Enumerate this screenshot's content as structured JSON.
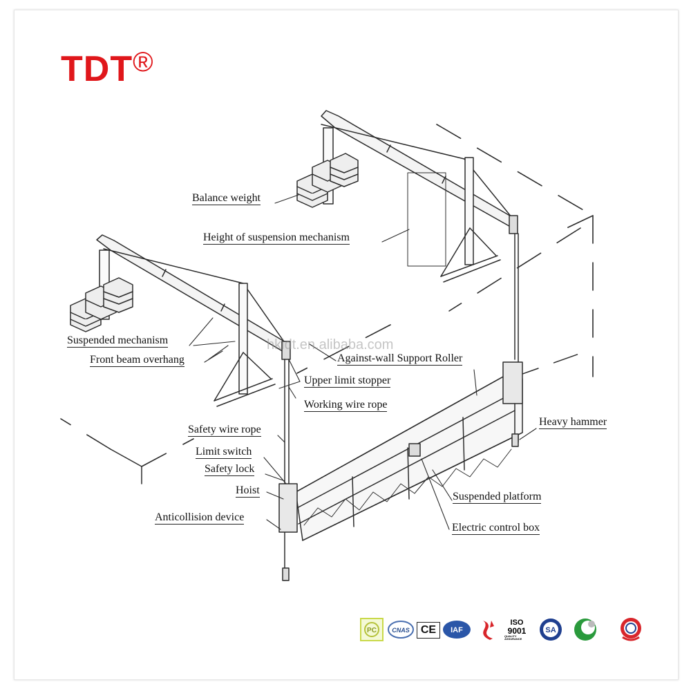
{
  "brand": {
    "name": "TDT",
    "mark": "®"
  },
  "watermark": "hkidt.en.alibaba.com",
  "labels": {
    "balance_weight": "Balance weight",
    "height_suspension": "Height of suspension mechanism",
    "suspended_mechanism": "Suspended mechanism",
    "front_beam": "Front beam overhang",
    "against_wall": "Against-wall Support Roller",
    "upper_limit": "Upper limit stopper",
    "working_wire": "Working wire rope",
    "heavy_hammer": "Heavy hammer",
    "safety_wire": "Safety wire rope",
    "limit_switch": "Limit switch",
    "safety_lock": "Safety lock",
    "hoist": "Hoist",
    "suspended_platform": "Suspended  platform",
    "anticollision": "Anticollision device",
    "control_box": "Electric control  box"
  },
  "certifications": {
    "ce": "CE",
    "iaf": "IAF",
    "cnas": "CNAS",
    "iso": "ISO",
    "iso_num": "9001",
    "iso_sub": "QUALITY ASSURANCE",
    "csa": "SA"
  },
  "colors": {
    "brand_red": "#e0171b",
    "line": "#2b2b2b",
    "iaf_blue": "#2a56a8"
  }
}
